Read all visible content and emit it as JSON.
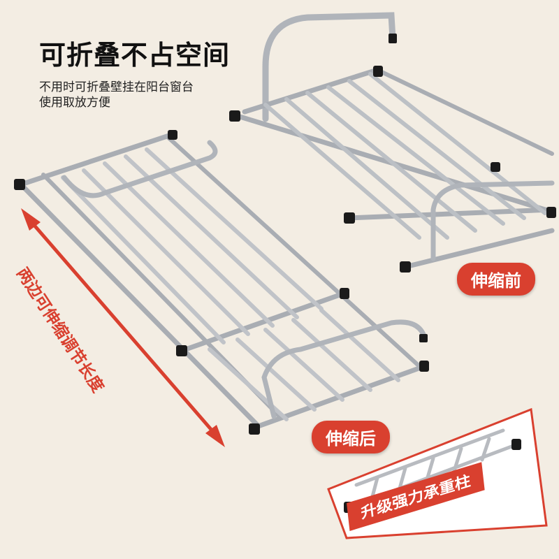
{
  "headline": "可折叠不占空间",
  "subtext": {
    "line1": "不用时可折叠壁挂在阳台窗台",
    "line2": "使用取放方便"
  },
  "badges": {
    "before": "伸缩前",
    "after": "伸缩后"
  },
  "side_label": "两边可伸缩调节长度",
  "detail_caption": "升级强力承重柱",
  "colors": {
    "background": "#f3ede3",
    "accent": "#d9402f",
    "metal": "#b9bcc1",
    "cap": "#1a1a1a"
  }
}
